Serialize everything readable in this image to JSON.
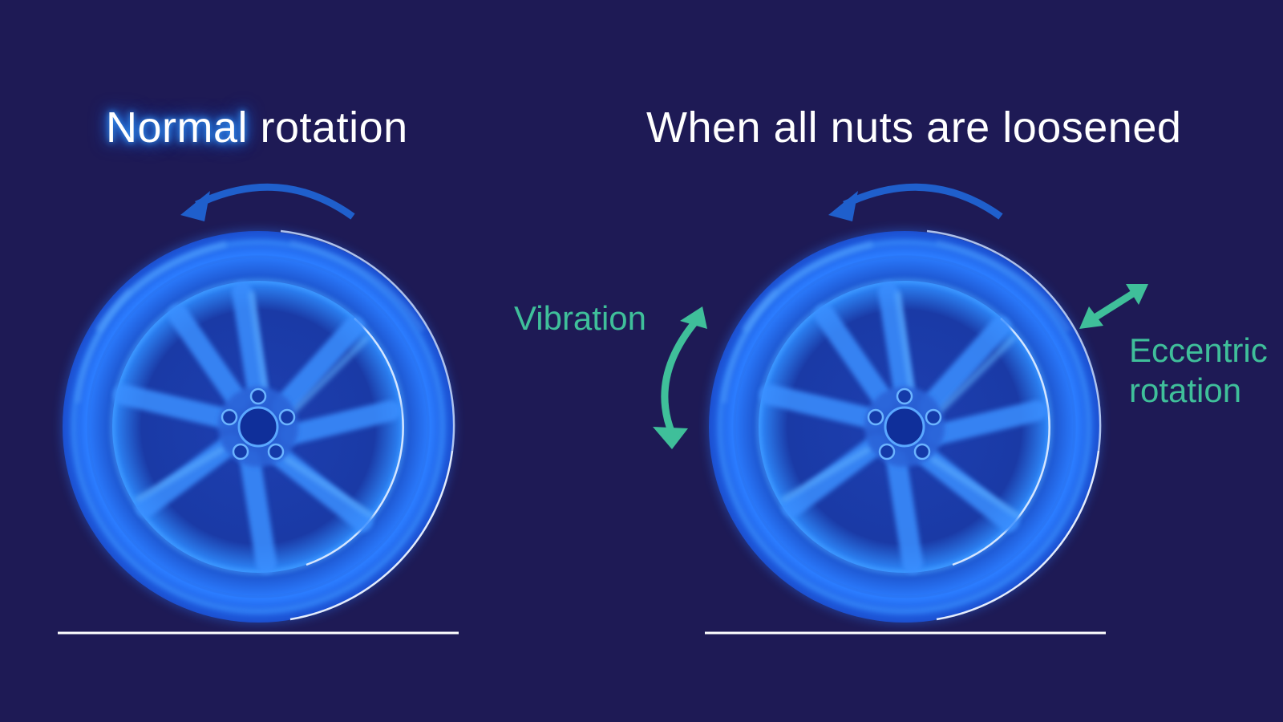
{
  "titles": {
    "left": {
      "highlight": "Normal",
      "rest": " rotation"
    },
    "right": "When all nuts are loosened"
  },
  "labels": {
    "vibration": "Vibration",
    "eccentric_line1": "Eccentric",
    "eccentric_line2": "rotation"
  },
  "colors": {
    "background": "#1e1a55",
    "wheel_blue": "#1f7dff",
    "label_green": "#3fbf9a",
    "ground": "#ffffff"
  },
  "icons": {
    "rotation_arrow": "curved-arrow-counterclockwise",
    "vibration_arrow": "curved-double-arrow-vertical",
    "eccentric_arrow": "double-arrow-diagonal"
  }
}
